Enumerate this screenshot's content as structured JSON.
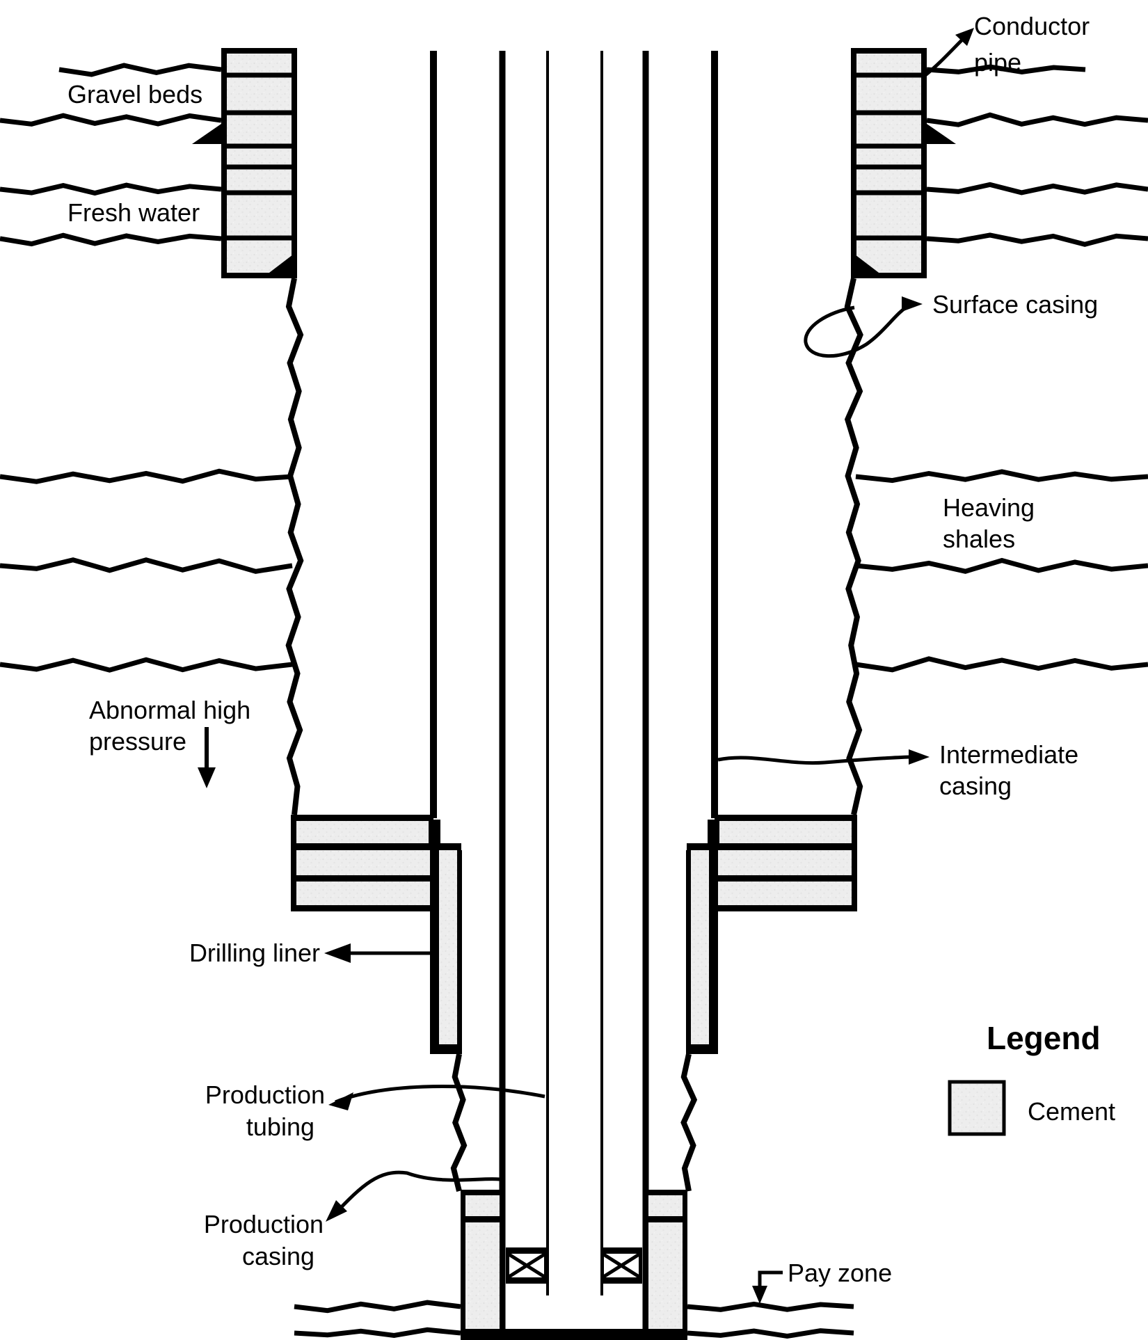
{
  "page": {
    "type": "well-casing-schematic",
    "background": "#ffffff",
    "ink": "#000000",
    "cement_fill": "#ececec"
  },
  "labels": {
    "gravel_beds": "Gravel beds",
    "fresh_water": "Fresh water",
    "conductor_pipe": {
      "line1": "Conductor",
      "line2": "pipe"
    },
    "surface_casing": "Surface casing",
    "heaving_shales": {
      "line1": "Heaving",
      "line2": "shales"
    },
    "abnormal_high_pressure": {
      "line1": "Abnormal high",
      "line2": "pressure"
    },
    "intermediate_casing": {
      "line1": "Intermediate",
      "line2": "casing"
    },
    "drilling_liner": "Drilling liner",
    "production_tubing": {
      "line1": "Production",
      "line2": "tubing"
    },
    "production_casing": {
      "line1": "Production",
      "line2": "casing"
    },
    "pay_zone": "Pay zone"
  },
  "legend": {
    "title": "Legend",
    "items": [
      {
        "label": "Cement",
        "swatch": "cement-texture",
        "swatch_color": "#ececec"
      }
    ]
  }
}
